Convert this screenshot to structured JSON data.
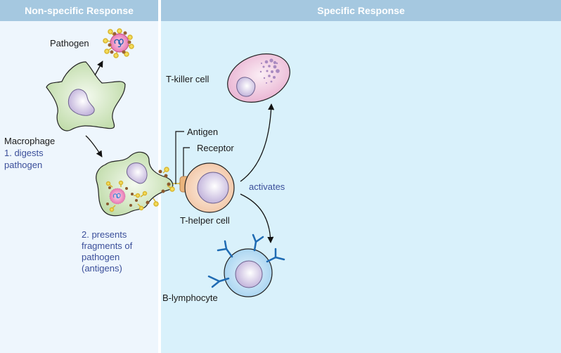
{
  "panels": {
    "left": {
      "title": "Non-specific Response"
    },
    "right": {
      "title": "Specific Response"
    }
  },
  "labels": {
    "pathogen": "Pathogen",
    "macrophage": "Macrophage",
    "step1_line1": "1. digests",
    "step1_line2": "pathogen",
    "step2_line1": "2. presents",
    "step2_line2": "fragments of",
    "step2_line3": "pathogen",
    "step2_line4": "(antigens)",
    "antigen": "Antigen",
    "receptor": "Receptor",
    "t_helper": "T-helper cell",
    "activates": "activates",
    "t_killer": "T-killer cell",
    "b_lymphocyte": "B-lymphocyte"
  },
  "colors": {
    "header": "#a5c8e0",
    "left_bg": "#eef6fd",
    "right_bg": "#d9f1fb",
    "macrophage": "#c9e2b4",
    "nucleus": "#c9bfe0",
    "t_helper": "#f6d3bb",
    "t_killer": "#efbfd9",
    "b_cell": "#b9ddf3",
    "antibody": "#1f6bb3",
    "step_text": "#3b4f9a"
  }
}
